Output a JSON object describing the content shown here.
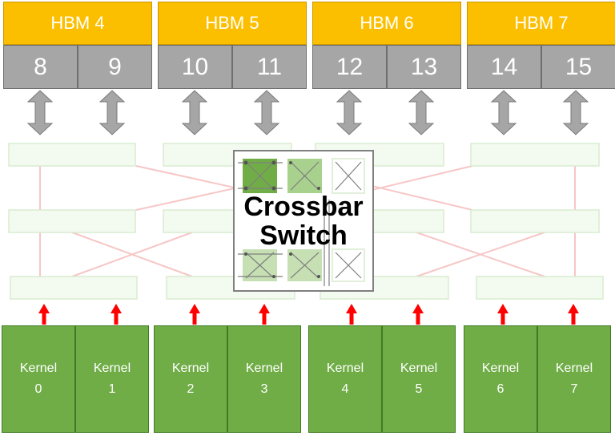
{
  "hbm": [
    {
      "title": "HBM 4",
      "channels": [
        "8",
        "9"
      ]
    },
    {
      "title": "HBM 5",
      "channels": [
        "10",
        "11"
      ]
    },
    {
      "title": "HBM 6",
      "channels": [
        "12",
        "13"
      ]
    },
    {
      "title": "HBM 7",
      "channels": [
        "14",
        "15"
      ]
    }
  ],
  "kernels": [
    {
      "label": "Kernel",
      "index": "0"
    },
    {
      "label": "Kernel",
      "index": "1"
    },
    {
      "label": "Kernel",
      "index": "2"
    },
    {
      "label": "Kernel",
      "index": "3"
    },
    {
      "label": "Kernel",
      "index": "4"
    },
    {
      "label": "Kernel",
      "index": "5"
    },
    {
      "label": "Kernel",
      "index": "6"
    },
    {
      "label": "Kernel",
      "index": "7"
    }
  ],
  "crossbar": {
    "line1": "Crossbar",
    "line2": "Switch"
  },
  "colors": {
    "hbm_title": "#fcbf00",
    "hbm_channel": "#a6a6a6",
    "kernel": "#70ad47",
    "request_arrow": "#ff0000",
    "memory_arrow": "#a6a6a6",
    "crossbar_active": "#70ad47",
    "crossbar_light": "#c6e0b4"
  }
}
